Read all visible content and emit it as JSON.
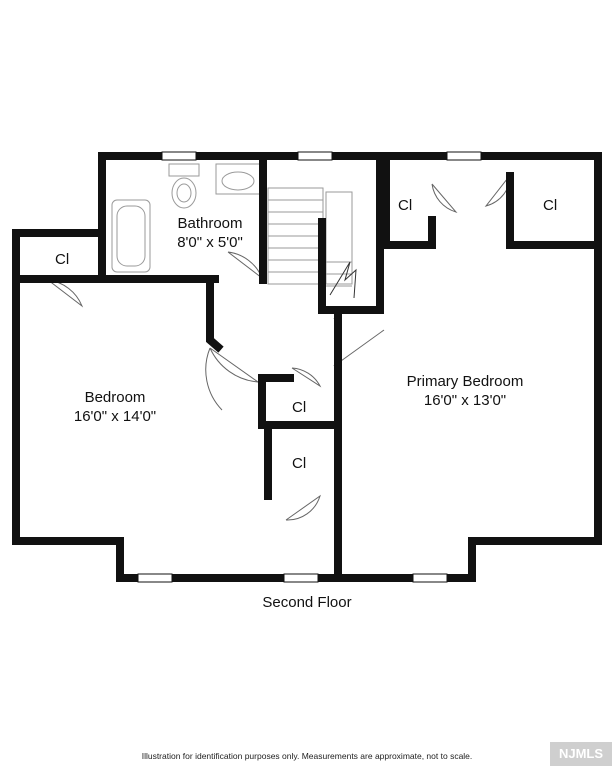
{
  "rooms": {
    "bathroom": {
      "name": "Bathroom",
      "size": "8'0\" x 5'0\""
    },
    "bedroom": {
      "name": "Bedroom",
      "size": "16'0\" x 14'0\""
    },
    "primary_bedroom": {
      "name": "Primary Bedroom",
      "size": "16'0\" x 13'0\""
    }
  },
  "closet_label": "Cl",
  "floor_title": "Second Floor",
  "disclaimer": "Illustration for identification purposes only. Measurements are approximate, not to scale.",
  "watermark": "NJMLS",
  "colors": {
    "wall": "#111111",
    "window": "#ffffff",
    "fixture": "#aaaaaa"
  }
}
